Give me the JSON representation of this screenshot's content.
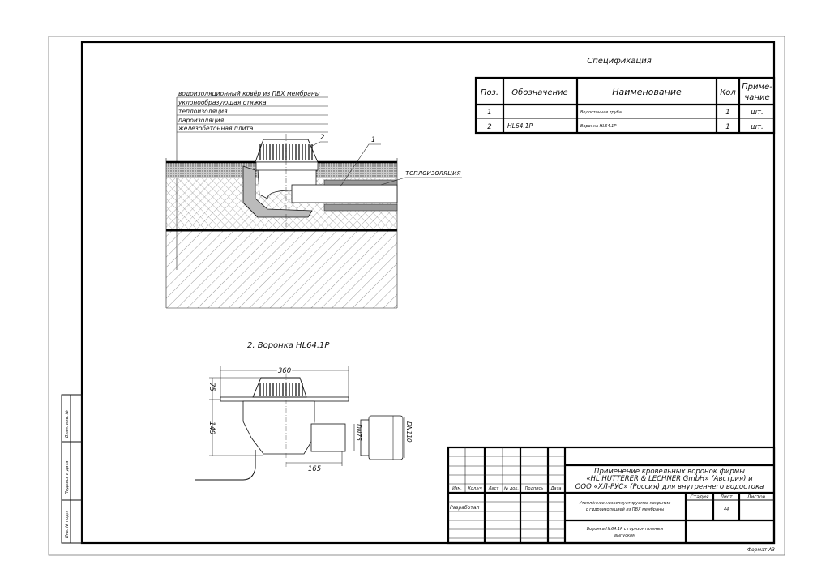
{
  "specification": {
    "title": "Спецификация",
    "headers": {
      "pos": "Поз.",
      "designation": "Обозначение",
      "name": "Наименование",
      "qty": "Кол",
      "note_line1": "Приме-",
      "note_line2": "чание"
    },
    "rows": [
      {
        "pos": "1",
        "designation": "",
        "name": "Водосточная труба",
        "qty": "1",
        "note": "шт."
      },
      {
        "pos": "2",
        "designation": "HL64.1P",
        "name": "Воронка HL64.1P",
        "qty": "1",
        "note": "шт."
      }
    ]
  },
  "section": {
    "layers": [
      "водоизоляционный ковёр из ПВХ мембраны",
      "уклонообразующая стяжка",
      "теплоизоляция",
      "пароизоляция",
      "железобетонная плита"
    ],
    "callout_1": "1",
    "callout_2": "2",
    "insulation_label": "теплоизоляция"
  },
  "detail": {
    "title": "2. Воронка HL64.1P",
    "dim_width": "360",
    "dim_top": "75",
    "dim_body": "149",
    "dim_outlet": "165",
    "dim_dn75": "DN75",
    "dim_dn110": "DN110"
  },
  "side_stamp": [
    "Взам. инв. №",
    "Подпись и дата",
    "Инв. № подл."
  ],
  "title_block": {
    "col_headers": [
      "Изм.",
      "Кол.уч",
      "Лист",
      "№ док.",
      "Подпись",
      "Дата"
    ],
    "developed": "Разработал",
    "project_title": [
      "Применение кровельных воронок фирмы",
      "«HL HUTTERER & LECHNER GmbH» (Австрия) и",
      "ООО «ХЛ-РУС» (Россия) для внутреннего водостока"
    ],
    "sheet_subject": [
      "Утеплённое неэксплуатируемое покрытие",
      "с гидроизоляцией из ПВХ мембраны"
    ],
    "drawing_name": [
      "Воронка HL64.1P с горизонтальным",
      "выпуском"
    ],
    "stage_label": "Стадия",
    "sheet_label": "Лист",
    "sheets_label": "Листов",
    "sheet_number": "44"
  },
  "format_label": "Формат А3"
}
